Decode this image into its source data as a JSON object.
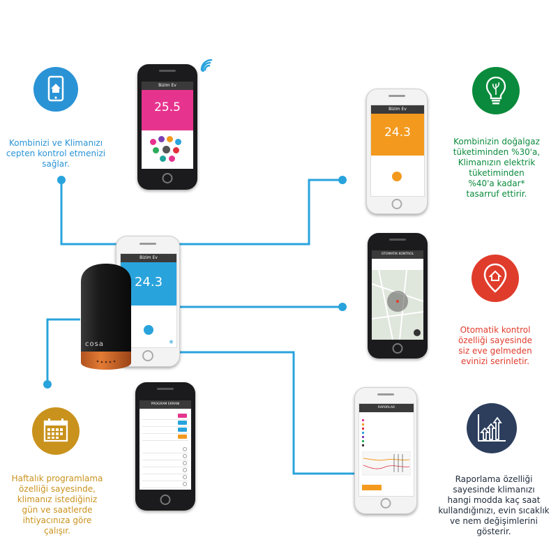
{
  "captions": {
    "left_top": [
      "Kombinizi ve Klimanızı",
      "cepten kontrol etmenizi",
      "sağlar."
    ],
    "right_top": [
      "Kombinizin doğalgaz",
      "tüketiminden %30'a,",
      "Klimanızın elektrik",
      "tüketiminden",
      "%40'a kadar*",
      "tasarruf ettirir."
    ],
    "right_mid": [
      "Otomatik kontrol",
      "özelliği sayesinde",
      "siz eve gelmeden",
      "evinizi serinletir."
    ],
    "left_bottom": [
      "Haftalık programlama",
      "özelliği sayesinde,",
      "klimanız istediğiniz",
      "gün ve saatlerde",
      "ihtiyacınıza göre",
      "çalışır."
    ],
    "right_bottom": [
      "Raporlama özelliği",
      "sayesinde klimanızı",
      "hangi  modda kaç saat",
      "kullandığınızı, evin sıcaklık",
      "ve nem değişimlerini",
      "gösterir."
    ]
  },
  "colors": {
    "blue": "#2a93d5",
    "green": "#0a8a3c",
    "red": "#e03c2c",
    "gold": "#c9921c",
    "navy": "#2c3e5c",
    "line": "#29a3dc",
    "pink": "#e6348e",
    "orange": "#f39a1e",
    "device": "#151515",
    "device_base": "#d9692a"
  },
  "icons": {
    "left_top": "phone-home-icon",
    "right_top": "lightbulb-leaf-icon",
    "right_mid": "location-home-icon",
    "left_bottom": "calendar-icon",
    "right_bottom": "bar-chart-arrows-icon"
  },
  "phone_home": {
    "title": "Bizim Ev",
    "temp": "25.5"
  },
  "phone_saving": {
    "title": "Bizim Ev",
    "temp": "24.3"
  },
  "phone_center": {
    "title": "Bizim Ev",
    "temp": "24.3"
  },
  "phone_auto": {
    "title": "OTOMATIK KONTROL"
  },
  "phone_program": {
    "title": "PROGRAM EKRANI"
  },
  "phone_report": {
    "title": "RAPORLAR"
  },
  "device": {
    "brand": "cosa"
  }
}
